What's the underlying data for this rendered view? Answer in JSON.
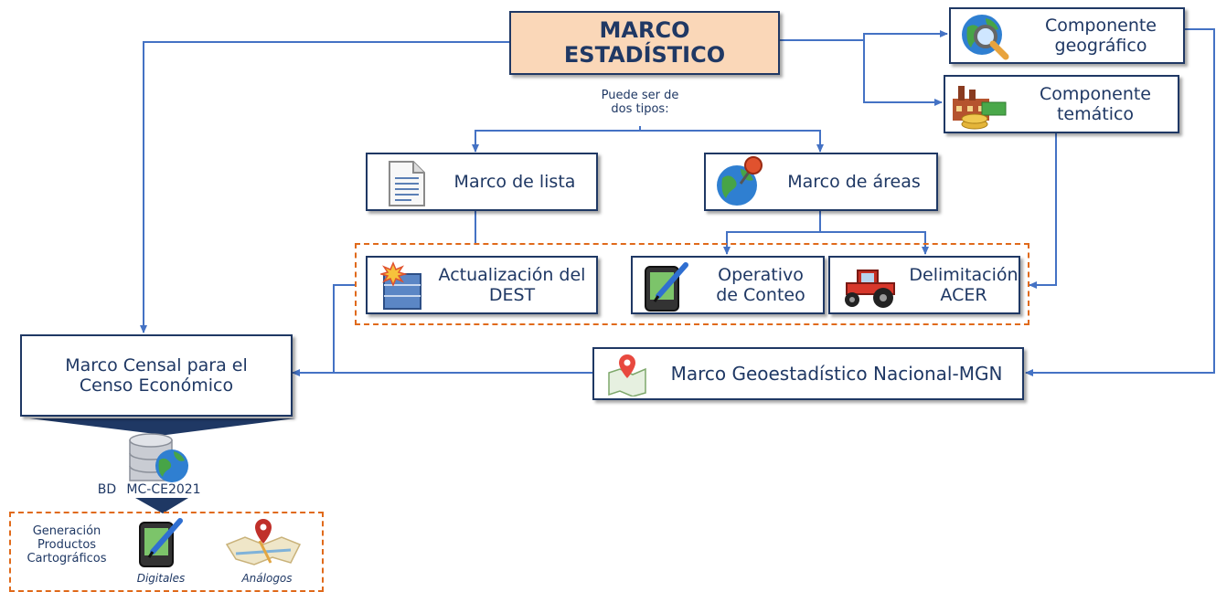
{
  "title": "MARCO ESTADÍSTICO",
  "note": "Puede ser de\ndos tipos:",
  "nodes": {
    "componente_geografico": "Componente\ngeográfico",
    "componente_tematico": "Componente\ntemático",
    "marco_lista": "Marco de lista",
    "marco_areas": "Marco de áreas",
    "actualizacion": "Actualización del\nDEST",
    "operativo": "Operativo\nde Conteo",
    "delimitacion": "Delimitación\nACER",
    "marco_censal": "Marco Censal para el\nCenso Económico",
    "mgn": "Marco Geoestadístico Nacional-MGN"
  },
  "database": {
    "label_left": "BD",
    "label_right": "MC-CE2021"
  },
  "products": {
    "heading": "Generación\nProductos\nCartográficos",
    "digital": "Digitales",
    "analog": "Análogos"
  },
  "icons": [
    "globe-search-icon",
    "factory-money-icon",
    "document-icon",
    "globe-pin-icon",
    "database-server-icon",
    "pda-pen-icon",
    "tractor-icon",
    "map-pin-icon",
    "database-globe-icon"
  ],
  "colors": {
    "line": "#4472c4",
    "border": "#1f3864",
    "title_fill": "#fad7b8",
    "dashed": "#e06a1b"
  }
}
